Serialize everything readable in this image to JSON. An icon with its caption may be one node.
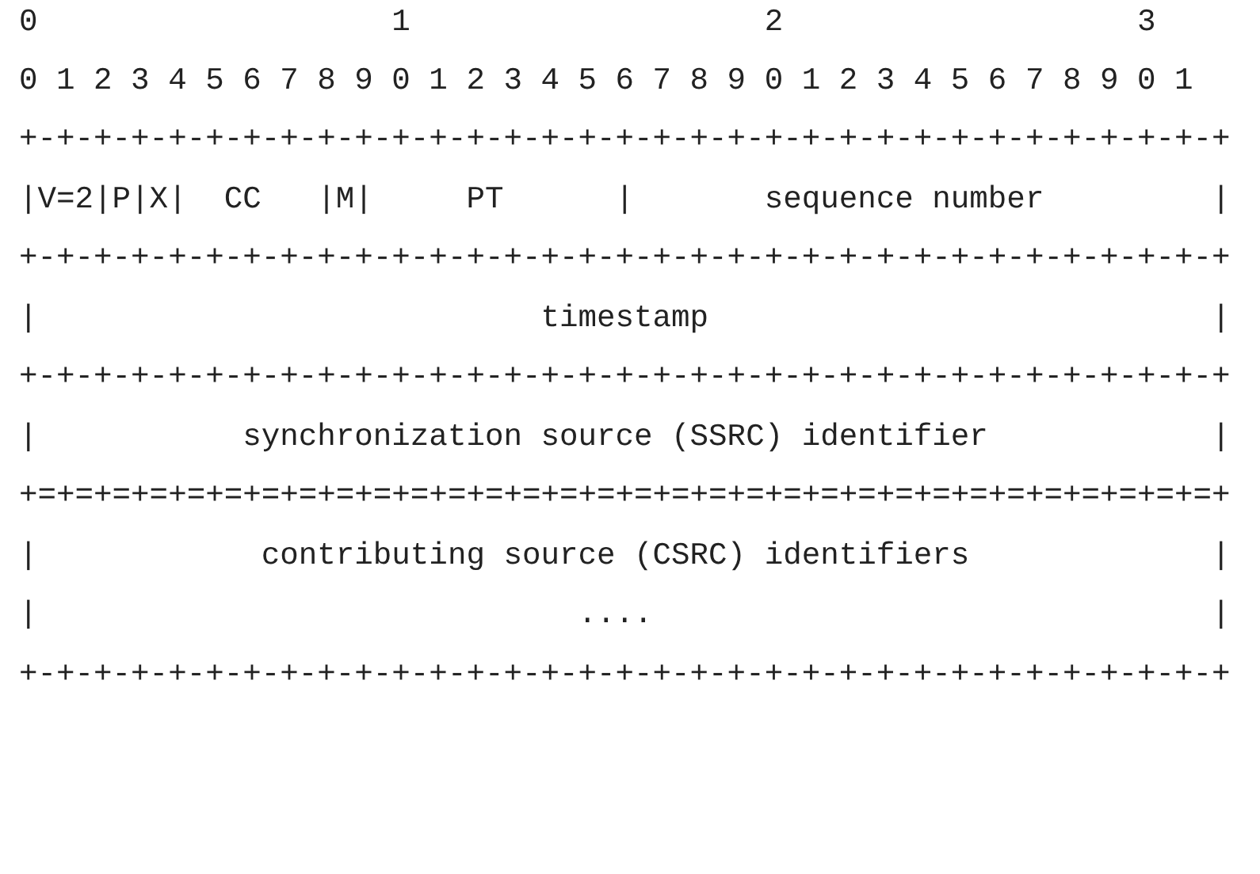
{
  "diagram": {
    "labels": [
      "0                   1                   2                   3",
      "0 1 2 3 4 5 6 7 8 9 0 1 2 3 4 5 6 7 8 9 0 1 2 3 4 5 6 7 8 9 0 1",
      "+-+-+-+-+-+-+-+-+-+-+-+-+-+-+-+-+-+-+-+-+-+-+-+-+-+-+-+-+-+-+-+-+",
      "|V=2|P|X|  CC   |M|     PT      |       sequence number         |",
      "+-+-+-+-+-+-+-+-+-+-+-+-+-+-+-+-+-+-+-+-+-+-+-+-+-+-+-+-+-+-+-+-+",
      "|                           timestamp                           |",
      "+-+-+-+-+-+-+-+-+-+-+-+-+-+-+-+-+-+-+-+-+-+-+-+-+-+-+-+-+-+-+-+-+",
      "|           synchronization source (SSRC) identifier            |",
      "+=+=+=+=+=+=+=+=+=+=+=+=+=+=+=+=+=+=+=+=+=+=+=+=+=+=+=+=+=+=+=+=+",
      "|            contributing source (CSRC) identifiers             |",
      "|                             ....                              |",
      "+-+-+-+-+-+-+-+-+-+-+-+-+-+-+-+-+-+-+-+-+-+-+-+-+-+-+-+-+-+-+-+-+"
    ]
  }
}
